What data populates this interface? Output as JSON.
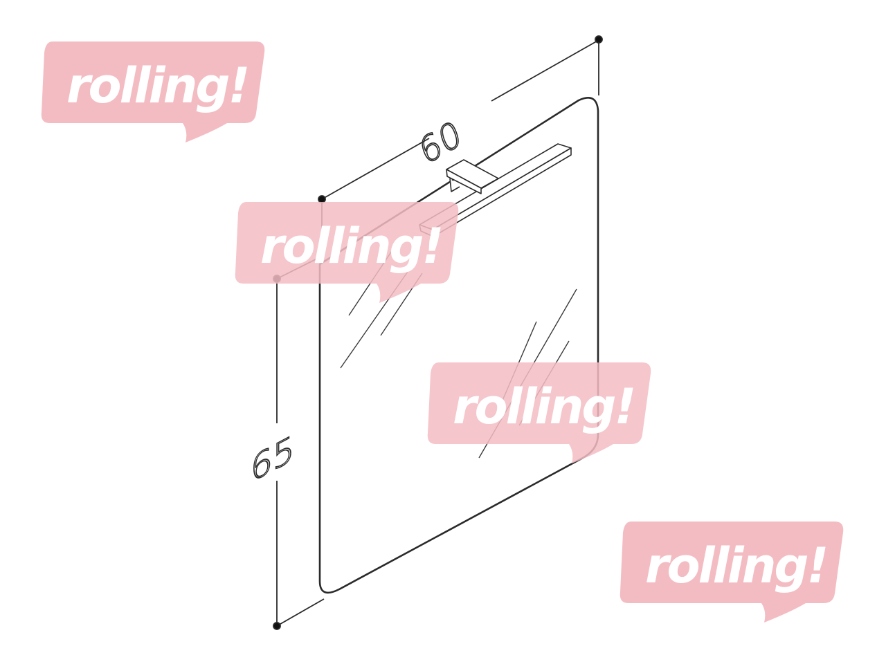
{
  "diagram": {
    "subject": "Rectangular mirror with rounded corners and top-mounted LED light bar",
    "dimensions": {
      "width": {
        "label": "60",
        "unit_hint": "cm"
      },
      "height": {
        "label": "65",
        "unit_hint": "cm"
      }
    },
    "parts": [
      {
        "name": "mirror-panel"
      },
      {
        "name": "light-bar"
      },
      {
        "name": "light-bar-mount-clip"
      },
      {
        "name": "reflection-hatch-lines"
      }
    ],
    "colors": {
      "line": "#2a2a2a",
      "background": "#ffffff",
      "watermark_fill": "#f3bcc2",
      "watermark_text": "#ffffff"
    }
  },
  "watermarks": [
    {
      "text": "rolling!",
      "position": "top-left"
    },
    {
      "text": "rolling!",
      "position": "center-left"
    },
    {
      "text": "rolling!",
      "position": "center"
    },
    {
      "text": "rolling!",
      "position": "bottom-right"
    }
  ]
}
